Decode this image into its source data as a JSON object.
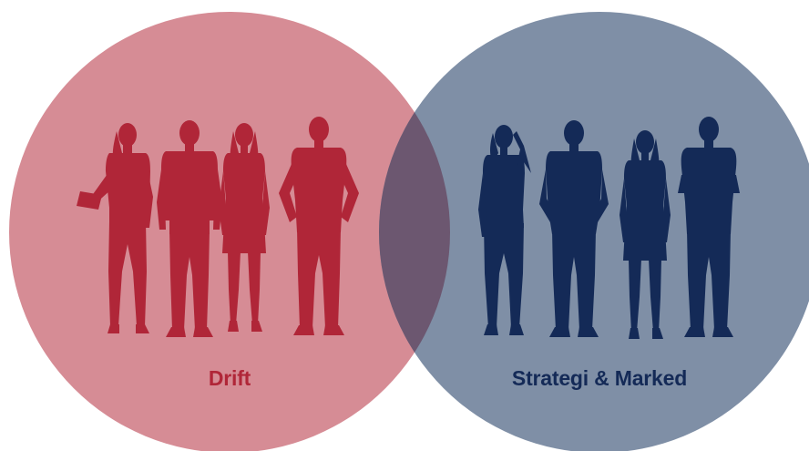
{
  "venn": {
    "left": {
      "label": "Drift",
      "circle_color": "#d68c95",
      "figure_color": "#b02638",
      "label_color": "#b02638"
    },
    "right": {
      "label": "Strategi & Marked",
      "circle_color": "#7f8fa6",
      "figure_color": "#142a57",
      "label_color": "#142a57"
    },
    "overlap_color": "#6c5770",
    "figures_per_group": 4
  }
}
